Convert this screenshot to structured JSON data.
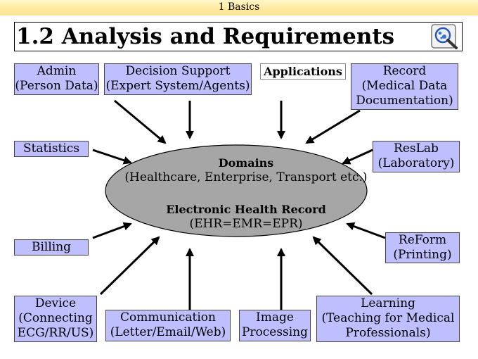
{
  "header": {
    "section": "1 Basics"
  },
  "title": "1.2 Analysis and Requirements",
  "center": {
    "domains_title": "Domains",
    "domains_list": "(Healthcare, Enterprise, Transport etc.)",
    "ehr_title": "Electronic Health Record",
    "ehr_abbr": "(EHR=EMR=EPR)"
  },
  "nodes": {
    "admin": [
      "Admin",
      "(Person Data)"
    ],
    "decision": [
      "Decision Support",
      "(Expert System/Agents)"
    ],
    "applications": "Applications",
    "record": [
      "Record",
      "(Medical Data",
      "Documentation)"
    ],
    "statistics": "Statistics",
    "reslab": [
      "ResLab",
      "(Laboratory)"
    ],
    "billing": "Billing",
    "reform": [
      "ReForm",
      "(Printing)"
    ],
    "device": [
      "Device",
      "(Connecting",
      "ECG/RR/US)"
    ],
    "communication": [
      "Communication",
      "(Letter/Email/Web)"
    ],
    "image": [
      "Image",
      "Processing"
    ],
    "learning": [
      "Learning",
      "(Teaching for Medical",
      "Professionals)"
    ]
  },
  "colors": {
    "node_fill": "#bfbfff",
    "ellipse_fill": "#a6a6a6",
    "header_fill": "#ffe9a0"
  }
}
